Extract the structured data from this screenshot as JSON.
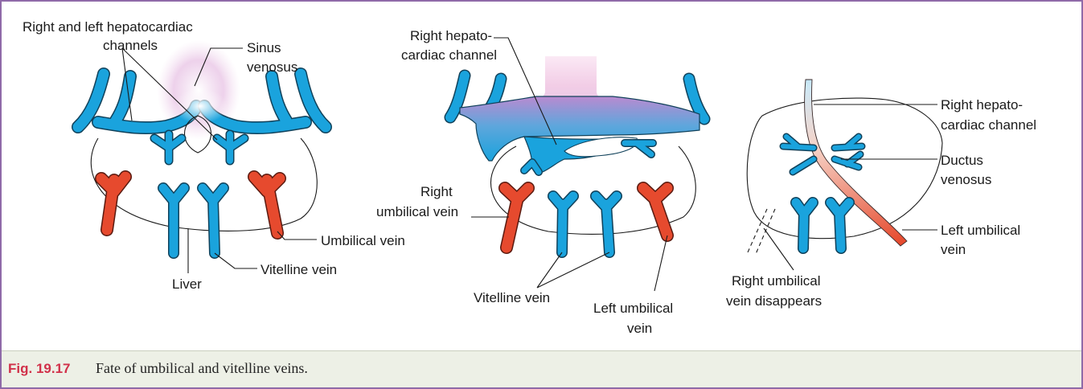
{
  "figure": {
    "panel_a": {
      "labels": {
        "hepatocardiac_line1": "Right and left hepatocardiac",
        "hepatocardiac_line2": "channels",
        "sinus_line1": "Sinus",
        "sinus_line2": "venosus",
        "umbilical": "Umbilical vein",
        "vitelline": "Vitelline vein",
        "liver": "Liver"
      }
    },
    "panel_b": {
      "labels": {
        "hepatocardiac_line1": "Right hepato-",
        "hepatocardiac_line2": "cardiac channel",
        "right_umbilical_line1": "Right",
        "right_umbilical_line2": "umbilical vein",
        "vitelline": "Vitelline vein",
        "left_umbilical_line1": "Left umbilical",
        "left_umbilical_line2": "vein"
      }
    },
    "panel_c": {
      "labels": {
        "hepatocardiac_line1": "Right hepato-",
        "hepatocardiac_line2": "cardiac channel",
        "ductus_line1": "Ductus",
        "ductus_line2": "venosus",
        "left_umbilical_line1": "Left umbilical",
        "left_umbilical_line2": "vein",
        "disappears_line1": "Right umbilical",
        "disappears_line2": "vein disappears"
      }
    },
    "colors": {
      "vitelline_blue": "#1aa3dd",
      "umbilical_red": "#e64a2e",
      "sinus_pink": "#e8c8e4",
      "frame_purple": "#8f6aa8",
      "caption_bg": "#edf0e6",
      "caption_number": "#d1314a"
    }
  },
  "caption": {
    "number": "Fig. 19.17",
    "text": "Fate of umbilical and vitelline veins."
  }
}
